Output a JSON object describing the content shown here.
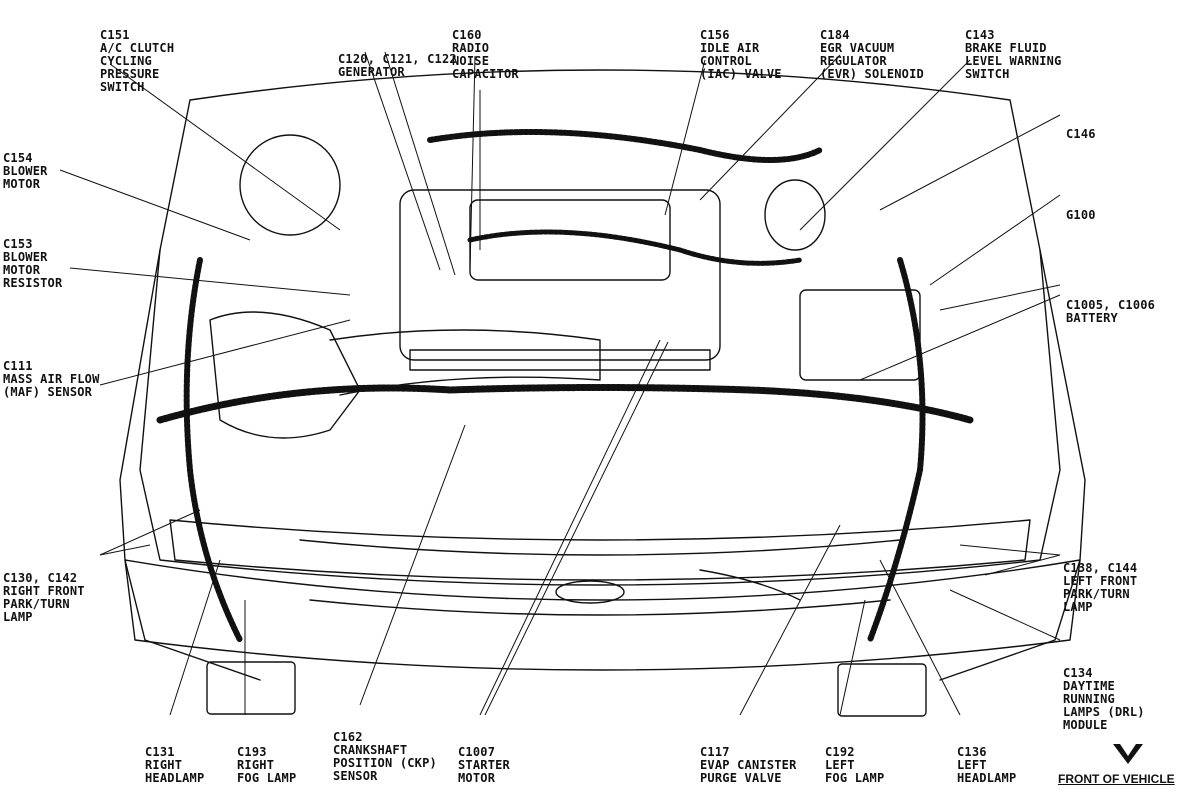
{
  "callouts": [
    {
      "id": "c151",
      "lines": [
        "C151",
        "A/C CLUTCH",
        "CYCLING",
        "PRESSURE",
        "SWITCH"
      ]
    },
    {
      "id": "c120",
      "lines": [
        "C120, C121, C122",
        "GENERATOR"
      ]
    },
    {
      "id": "c160",
      "lines": [
        "C160",
        "RADIO",
        "NOISE",
        "CAPACITOR"
      ]
    },
    {
      "id": "c156",
      "lines": [
        "C156",
        "IDLE AIR",
        "CONTROL",
        "(IAC) VALVE"
      ]
    },
    {
      "id": "c184",
      "lines": [
        "C184",
        "EGR VACUUM",
        "REGULATOR",
        "(EVR) SOLENOID"
      ]
    },
    {
      "id": "c143",
      "lines": [
        "C143",
        "BRAKE FLUID",
        "LEVEL WARNING",
        "SWITCH"
      ]
    },
    {
      "id": "c154",
      "lines": [
        "C154",
        "BLOWER",
        "MOTOR"
      ]
    },
    {
      "id": "c146",
      "lines": [
        "C146"
      ]
    },
    {
      "id": "c153",
      "lines": [
        "C153",
        "BLOWER",
        "MOTOR",
        "RESISTOR"
      ]
    },
    {
      "id": "g100",
      "lines": [
        "G100"
      ]
    },
    {
      "id": "c1005",
      "lines": [
        "C1005, C1006",
        "BATTERY"
      ]
    },
    {
      "id": "c111",
      "lines": [
        "C111",
        "MASS AIR FLOW",
        "(MAF) SENSOR"
      ]
    },
    {
      "id": "c130",
      "lines": [
        "C130, C142",
        "RIGHT FRONT",
        "PARK/TURN",
        "LAMP"
      ]
    },
    {
      "id": "c138",
      "lines": [
        "C138, C144",
        "LEFT FRONT",
        "PARK/TURN",
        "LAMP"
      ]
    },
    {
      "id": "c134",
      "lines": [
        "C134",
        "DAYTIME",
        "RUNNING",
        "LAMPS (DRL)",
        "MODULE"
      ]
    },
    {
      "id": "c131",
      "lines": [
        "C131",
        "RIGHT",
        "HEADLAMP"
      ]
    },
    {
      "id": "c193",
      "lines": [
        "C193",
        "RIGHT",
        "FOG LAMP"
      ]
    },
    {
      "id": "c162",
      "lines": [
        "C162",
        "CRANKSHAFT",
        "POSITION (CKP)",
        "SENSOR"
      ]
    },
    {
      "id": "c1007",
      "lines": [
        "C1007",
        "STARTER",
        "MOTOR"
      ]
    },
    {
      "id": "c117",
      "lines": [
        "C117",
        "EVAP CANISTER",
        "PURGE VALVE"
      ]
    },
    {
      "id": "c192",
      "lines": [
        "C192",
        "LEFT",
        "FOG LAMP"
      ]
    },
    {
      "id": "c136",
      "lines": [
        "C136",
        "LEFT",
        "HEADLAMP"
      ]
    }
  ],
  "front_of_vehicle": "FRONT OF VEHICLE",
  "icons": {
    "direction": "front-arrow-icon"
  },
  "colors": {
    "ink": "#111111",
    "background": "#ffffff"
  }
}
